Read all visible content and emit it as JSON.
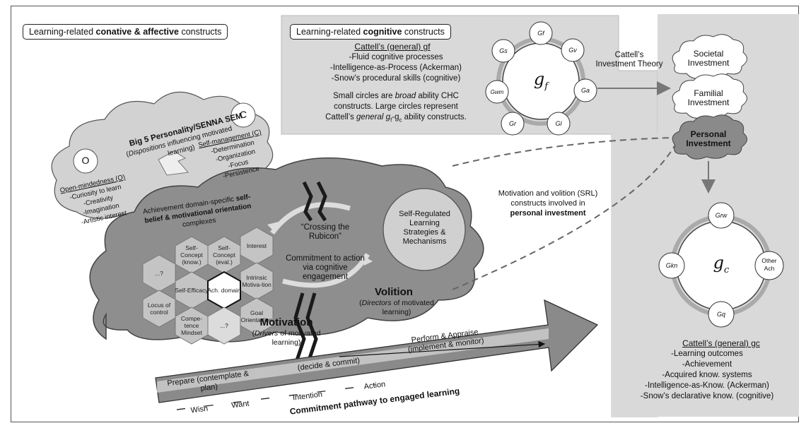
{
  "affective_box": {
    "title_prefix": "Learning-related",
    "title_bold": "conative & affective",
    "title_suffix": "constructs"
  },
  "cognitive_box": {
    "title_prefix": "Learning-related",
    "title_bold": "cognitive",
    "title_suffix": "constructs",
    "gf_heading": "Cattell’s (general) gf",
    "gf_items": [
      "-Fluid cognitive processes",
      "-Intelligence-as-Process  (Ackerman)",
      "-Snow’s procedural skills (cognitive)"
    ],
    "note_line1_a": "Small circles are",
    "note_line1_b": "broad",
    "note_line1_c": "ability CHC",
    "note_line2": "constructs. Large circles represent",
    "note_line3_a": "Cattell’s",
    "note_line3_b": "general g",
    "note_line3_c": "-g",
    "note_line3_d": "ability constructs."
  },
  "gf_circle": {
    "center": "g",
    "center_sub": "f",
    "nodes": [
      "Gf",
      "Gv",
      "Ga",
      "Gl",
      "Gr",
      "Gwm",
      "Gs"
    ]
  },
  "gc_circle": {
    "center": "g",
    "center_sub": "c",
    "nodes": [
      "Grw",
      "Other Ach",
      "Gq",
      "Gkn"
    ]
  },
  "investment": {
    "theory_label": "Cattell’s Investment Theory",
    "clouds": [
      "Societal Investment",
      "Familial Investment",
      "Personal Investment"
    ]
  },
  "gc_box": {
    "heading": "Cattell’s (general) gc",
    "items": [
      "-Learning outcomes",
      "-Achievement",
      "-Acquired know. systems",
      "-Intelligence-as-Know. (Ackerman)",
      "-Snow’s declarative know. (cognitive)"
    ]
  },
  "personality_cloud": {
    "title": "Big 5 Personality/SENNA SEM",
    "subtitle_a": "Dispositions",
    "subtitle_b": "influencing motivated learning)",
    "o_letter": "O",
    "c_letter": "C",
    "o_heading": "Open-mindedness (O)",
    "o_items": [
      "-Curiosity to learn",
      "-Creativity",
      "-Imagination",
      "-Artistic interest"
    ],
    "c_heading": "Self-management (C)",
    "c_items": [
      "-Determination",
      "-Organization",
      "-Focus",
      "-Persistence"
    ]
  },
  "main_cloud": {
    "domain_heading": "Achievement domain-specific",
    "domain_bold": "self-belief & motivational orientation",
    "domain_suffix": "complexes",
    "hexes": [
      "Self-Concept (know.)",
      "Self-Concept (eval.)",
      "Interest",
      "...?",
      "Intrinsic Motiva-tion",
      "Self-Efficacy",
      "Ach. domain",
      "Locus of control",
      "Goal Orienta-tion",
      "Compe-tence Mindset",
      "...?"
    ],
    "rubicon": "“Crossing the Rubicon”",
    "commitment": "Commitment to action via cognitive engagement",
    "srl_circle": "Self-Regulated Learning Strategies & Mechanisms",
    "motivation_title": "Motivation",
    "motivation_sub_a": "Drivers",
    "motivation_sub_b": "of motivated learning)",
    "volition_title": "Volition",
    "volition_sub_a": "Directors",
    "volition_sub_b": "of motivated learning)"
  },
  "srl_note": {
    "line1": "Motivation and volition (SRL)",
    "line2": "constructs involved in",
    "line3": "personal investment"
  },
  "pathway": {
    "phases": [
      "Prepare (contemplate & plan)",
      "(decide & commit)",
      "Perform & Appraise (implement & monitor)"
    ],
    "stages": [
      "Wish",
      "Want",
      "Intention",
      "Action"
    ],
    "title": "Commitment pathway to engaged learning"
  },
  "colors": {
    "panel": "#d9d9d9",
    "cloud_dark": "#8e8e8e",
    "cloud_light": "#d2d2d2",
    "hex": "#c4c4c4"
  }
}
